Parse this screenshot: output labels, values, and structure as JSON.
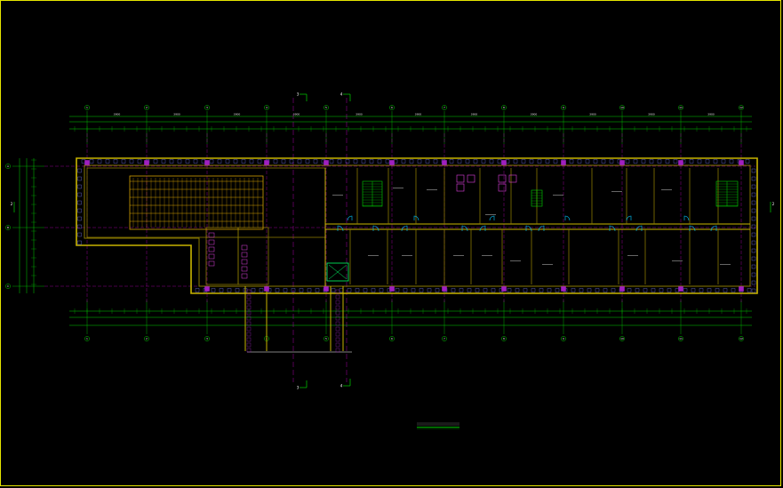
{
  "drawing": {
    "background": "#000000",
    "frame_color": "#e6e600",
    "colors": {
      "wall": "#c8b400",
      "wall_inner": "#8a7a00",
      "dim": "#00d000",
      "axis": "#d000d0",
      "door": "#00c8ff",
      "window": "#8080ff",
      "column": "#a020c0",
      "text": "#ffffff"
    },
    "sections": {
      "top_left": "3",
      "top_right": "4",
      "bottom_left": "3",
      "bottom_right": "4",
      "side_left": "2",
      "side_right": "2"
    },
    "grid_top": [
      "1",
      "2",
      "3",
      "4",
      "5",
      "6",
      "7",
      "8",
      "9",
      "10",
      "11",
      "12"
    ],
    "grid_bottom": [
      "1",
      "2",
      "3",
      "4",
      "5",
      "6",
      "7",
      "8",
      "9",
      "10",
      "11",
      "12"
    ],
    "grid_left": [
      "A",
      "B",
      "C"
    ],
    "dim_top": [
      "3900",
      "3900",
      "3900",
      "3900",
      "3900",
      "3900",
      "3900",
      "3900",
      "3900",
      "3900",
      "3900"
    ],
    "room_labels": [
      "",
      "",
      "",
      "",
      "",
      "",
      "",
      "",
      "",
      "",
      "",
      "",
      "",
      "",
      "",
      ""
    ],
    "caption": ""
  }
}
